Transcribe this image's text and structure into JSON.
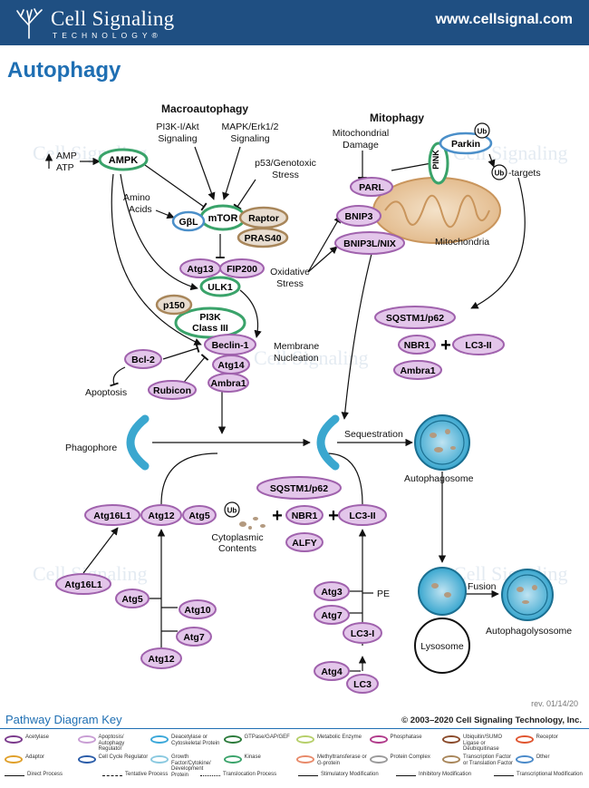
{
  "header": {
    "brand_name": "Cell Signaling",
    "brand_sub": "TECHNOLOGY®",
    "url": "www.cellsignal.com"
  },
  "title": "Autophagy",
  "sections": {
    "macro": "Macroautophagy",
    "mito": "Mitophagy"
  },
  "labels": {
    "amp": "AMP",
    "atp": "ATP",
    "pi3k_akt": "PI3K-I/Akt",
    "pi3k_akt2": "Signaling",
    "mapk": "MAPK/Erk1/2",
    "mapk2": "Signaling",
    "p53": "p53/Genotoxic",
    "p53_2": "Stress",
    "amino": "Amino",
    "amino2": "Acids",
    "mito_damage": "Mitochondrial",
    "mito_damage2": "Damage",
    "ub_targets": "-targets",
    "mitochondria": "Mitochondria",
    "oxidative": "Oxidative",
    "oxidative2": "Stress",
    "membrane": "Membrane",
    "membrane2": "Nucleation",
    "apoptosis": "Apoptosis",
    "phagophore": "Phagophore",
    "sequestration": "Sequestration",
    "autophagosome": "Autophagosome",
    "cytoplasmic": "Cytoplasmic",
    "cytoplasmic2": "Contents",
    "pe": "PE",
    "fusion": "Fusion",
    "lysosome": "Lysosome",
    "autophagolysosome": "Autophagolysosome",
    "ub": "Ub"
  },
  "nodes": {
    "ampk": "AMPK",
    "gbl": "GβL",
    "mtor": "mTOR",
    "raptor": "Raptor",
    "pras40": "PRAS40",
    "atg13": "Atg13",
    "fip200": "FIP200",
    "ulk1": "ULK1",
    "p150": "p150",
    "pi3k_c3": "PI3K",
    "pi3k_c3b": "Class III",
    "beclin1": "Beclin-1",
    "bcl2": "Bcl-2",
    "atg14": "Atg14",
    "rubicon": "Rubicon",
    "ambra1": "Ambra1",
    "parl": "PARL",
    "pink": "PINK",
    "parkin": "Parkin",
    "bnip3": "BNIP3",
    "bnip3l": "BNIP3L/NIX",
    "sqstm1_r": "SQSTM1/p62",
    "nbr1_r": "NBR1",
    "lc3ii_r": "LC3-II",
    "ambra1_r": "Ambra1",
    "sqstm1_c": "SQSTM1/p62",
    "atg16l1": "Atg16L1",
    "atg12": "Atg12",
    "atg5": "Atg5",
    "nbr1_c": "NBR1",
    "lc3ii_c": "LC3-II",
    "alfy": "ALFY",
    "atg16l1_b": "Atg16L1",
    "atg5_b": "Atg5",
    "atg10": "Atg10",
    "atg7_b": "Atg7",
    "atg12_b": "Atg12",
    "atg3": "Atg3",
    "atg7_r": "Atg7",
    "lc3i": "LC3-I",
    "atg4": "Atg4",
    "lc3": "LC3",
    "plus": "+"
  },
  "footer": {
    "rev": "rev. 01/14/20",
    "key_title": "Pathway Diagram Key",
    "copyright": "© 2003–2020 Cell Signaling Technology, Inc."
  },
  "key": [
    {
      "label": "Acetylase",
      "color": "#7b3a8c"
    },
    {
      "label": "Apoptosis/ Autophagy Regulator",
      "color": "#c99ed4"
    },
    {
      "label": "Deacetylase or Cytoskeletal Protein",
      "color": "#3aa7d9"
    },
    {
      "label": "GTPase/GAP/GEF",
      "color": "#2b7a3a"
    },
    {
      "label": "Metabolic Enzyme",
      "color": "#b6cf6a"
    },
    {
      "label": "Phosphatase",
      "color": "#b03a8a"
    },
    {
      "label": "Ubiquitin/SUMO Ligase or Deubiquitinase",
      "color": "#8a4a2a"
    },
    {
      "label": "Receptor",
      "color": "#e0552f"
    },
    {
      "label": "Adaptor",
      "color": "#e0a02a"
    },
    {
      "label": "Cell Cycle Regulator",
      "color": "#2a5ca8"
    },
    {
      "label": "Growth Factor/Cytokine/ Development Protein",
      "color": "#8ac9e0"
    },
    {
      "label": "Kinase",
      "color": "#3aa36a"
    },
    {
      "label": "Methyltransferase or G-protein",
      "color": "#e88a6a"
    },
    {
      "label": "Protein Complex",
      "color": "#9a9a9a"
    },
    {
      "label": "Transcription Factor or Translation Factor",
      "color": "#a8865a"
    },
    {
      "label": "Other",
      "color": "#4a8ac9"
    }
  ],
  "key_lines": [
    "Direct Process",
    "Tentative Process",
    "Translocation Process",
    "Stimulatory Modification",
    "Inhibitory Modification",
    "Transcriptional Modification"
  ],
  "colors": {
    "kinase_border": "#3aa36a",
    "regulator_fill": "#e3c6ea",
    "regulator_border": "#a062ad",
    "blue_border": "#4b8fc9",
    "brown_border": "#a8865a",
    "brand_blue": "#1f4f82"
  }
}
